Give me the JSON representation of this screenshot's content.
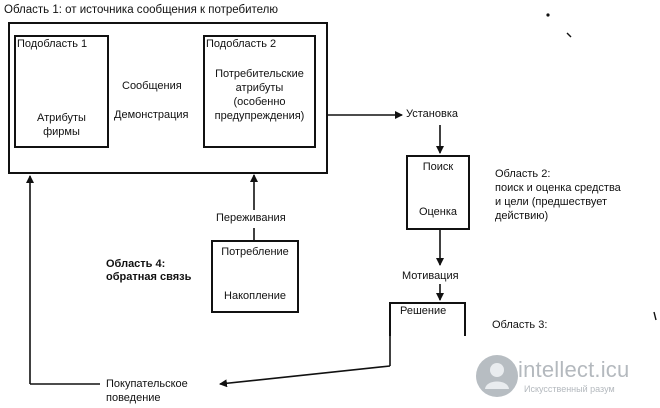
{
  "area1": {
    "title": "Область 1: от источника сообщения к потребителю"
  },
  "sub1": {
    "title": "Подобласть 1",
    "line1": "Атрибуты",
    "line2": "фирмы"
  },
  "sub2": {
    "title": "Подобласть 2",
    "line1": "Потребительские",
    "line2": "атрибуты",
    "line3": "(особенно",
    "line4": "предупреждения)"
  },
  "arrow_labels": {
    "messages": "Сообщения",
    "demo": "Демонстрация"
  },
  "install": "Установка",
  "area2": {
    "box_top": "Поиск",
    "box_bottom": "Оценка",
    "title": "Область 2:",
    "line1": "поиск и оценка средства",
    "line2": "и цели (предшествует",
    "line3": "действию)"
  },
  "motivation": "Мотивация",
  "decision": "Решение",
  "area3": "Область 3:",
  "feelings": "Переживания",
  "area4": {
    "title": "Область 4:",
    "subtitle": "обратная связь",
    "box_top": "Потребление",
    "box_bottom": "Накопление"
  },
  "behavior": {
    "line1": "Покупательское",
    "line2": "поведение"
  },
  "watermark": {
    "main": "intellect.icu",
    "sub": "Искусственный разум",
    "icon": "person-silhouette-icon"
  }
}
